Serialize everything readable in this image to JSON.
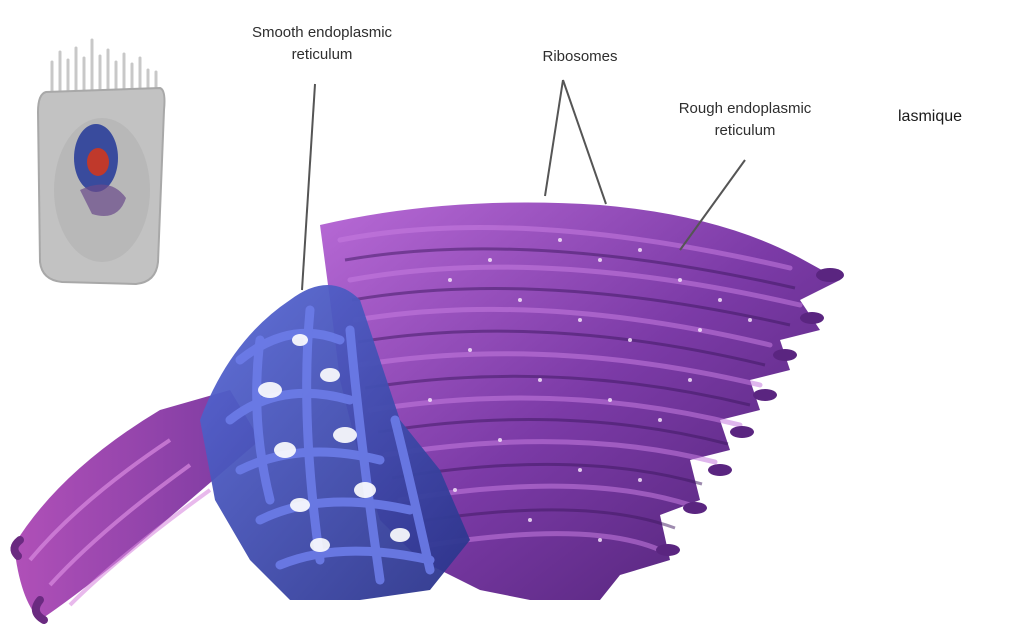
{
  "labels": {
    "smooth_er": [
      "Smooth endoplasmic",
      "reticulum"
    ],
    "ribosomes": "Ribosomes",
    "rough_er": [
      "Rough endoplasmic",
      "reticulum"
    ],
    "side_text": "lasmique"
  },
  "colors": {
    "rough_er": "#8a3fb0",
    "rough_er_dark": "#5a2580",
    "rough_er_light": "#c070d8",
    "smooth_er": "#4a55c8",
    "smooth_er_dark": "#2d3590",
    "ribosome_dots": "#f0e0f8",
    "cell_body": "#bdbdbd",
    "nucleus": "#2b3f9a",
    "nucleolus": "#c0392b",
    "leader_line": "#555555"
  }
}
